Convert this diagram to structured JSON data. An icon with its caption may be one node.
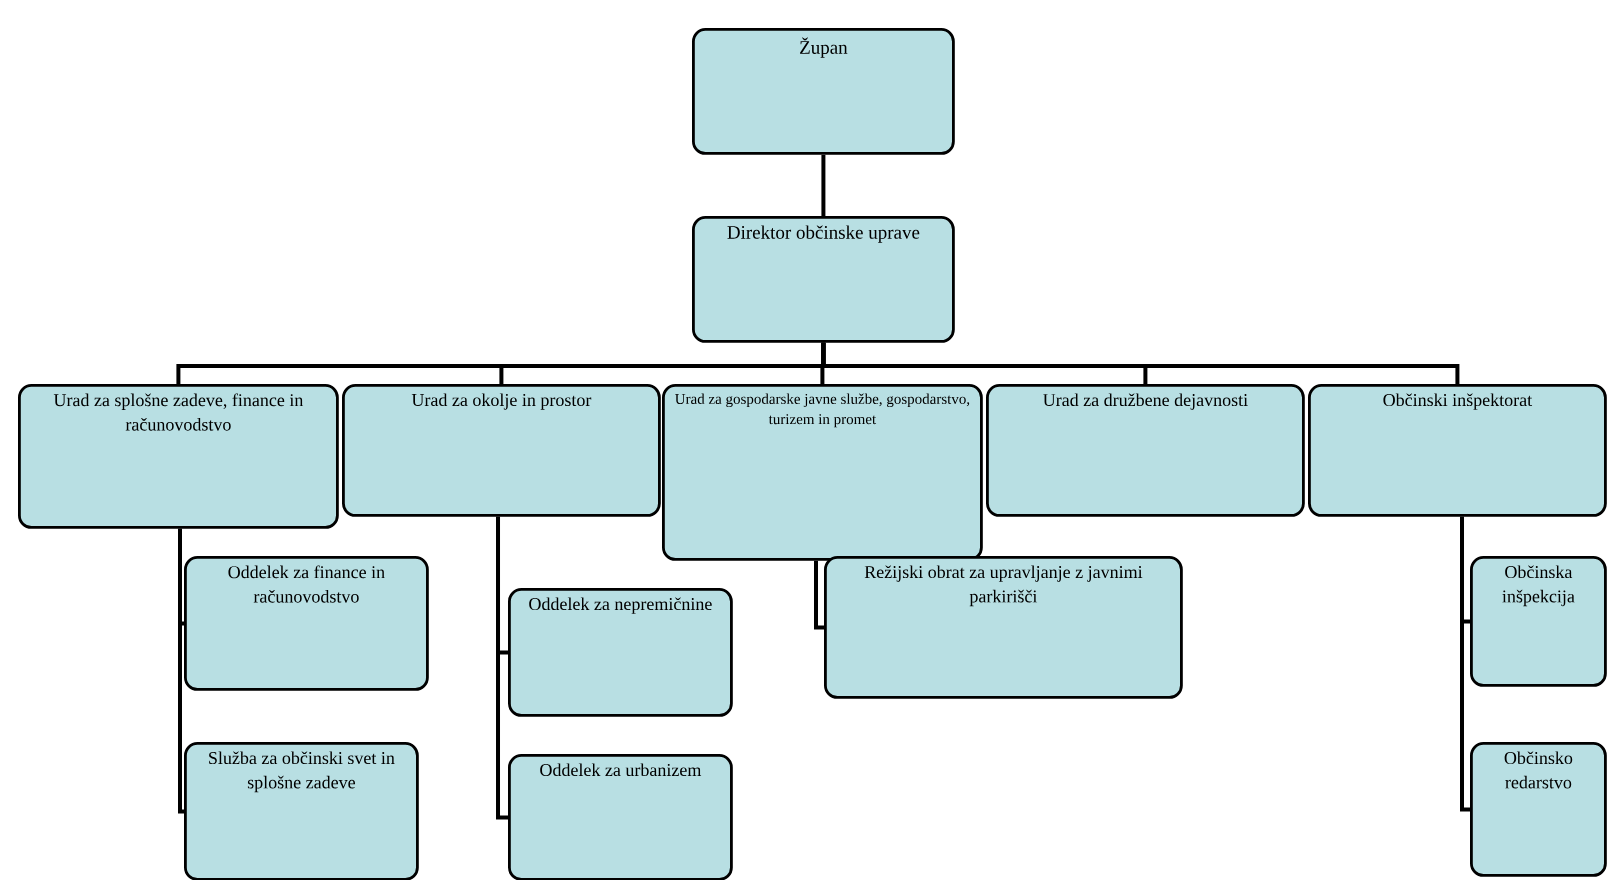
{
  "diagram": {
    "nodes": [
      {
        "text": [
          "Župan"
        ]
      },
      {
        "text": [
          "Direktor občinske uprave"
        ]
      },
      {
        "text": [
          "Urad za splošne zadeve, finance in računovodstvo"
        ]
      },
      {
        "text": [
          "Urad za okolje in prostor"
        ]
      },
      {
        "text": [
          "Urad za gospodarske javne službe, gospodarstvo, turizem in promet"
        ]
      },
      {
        "text": [
          "Urad za družbene dejavnosti"
        ]
      },
      {
        "text": [
          "Občinski inšpektorat"
        ]
      },
      {
        "text": [
          "Oddelek za finance in računovodstvo"
        ]
      },
      {
        "text": [
          "Služba za občinski svet in splošne zadeve"
        ]
      },
      {
        "text": [
          "Oddelek za nepremičnine"
        ]
      },
      {
        "text": [
          "Oddelek za urbanizem"
        ]
      },
      {
        "text": [
          "Režijski obrat za upravljanje z javnimi parkirišči"
        ]
      },
      {
        "text": [
          "Občinska inšpekcija"
        ]
      },
      {
        "text": [
          "Občinsko redarstvo"
        ]
      }
    ],
    "edges": [
      {
        "from": 0,
        "to": 1,
        "arrow": "none"
      },
      {
        "from": 1,
        "to": 2,
        "arrow": "none"
      },
      {
        "from": 1,
        "to": 3,
        "arrow": "none"
      },
      {
        "from": 1,
        "to": 4,
        "arrow": "none"
      },
      {
        "from": 1,
        "to": 5,
        "arrow": "none"
      },
      {
        "from": 1,
        "to": 6,
        "arrow": "none"
      },
      {
        "from": 2,
        "to": 7,
        "arrow": "none"
      },
      {
        "from": 2,
        "to": 8,
        "arrow": "none"
      },
      {
        "from": 3,
        "to": 9,
        "arrow": "none"
      },
      {
        "from": 3,
        "to": 10,
        "arrow": "none"
      },
      {
        "from": 4,
        "to": 11,
        "arrow": "none"
      },
      {
        "from": 6,
        "to": 12,
        "arrow": "none"
      },
      {
        "from": 6,
        "to": 13,
        "arrow": "none"
      }
    ]
  }
}
